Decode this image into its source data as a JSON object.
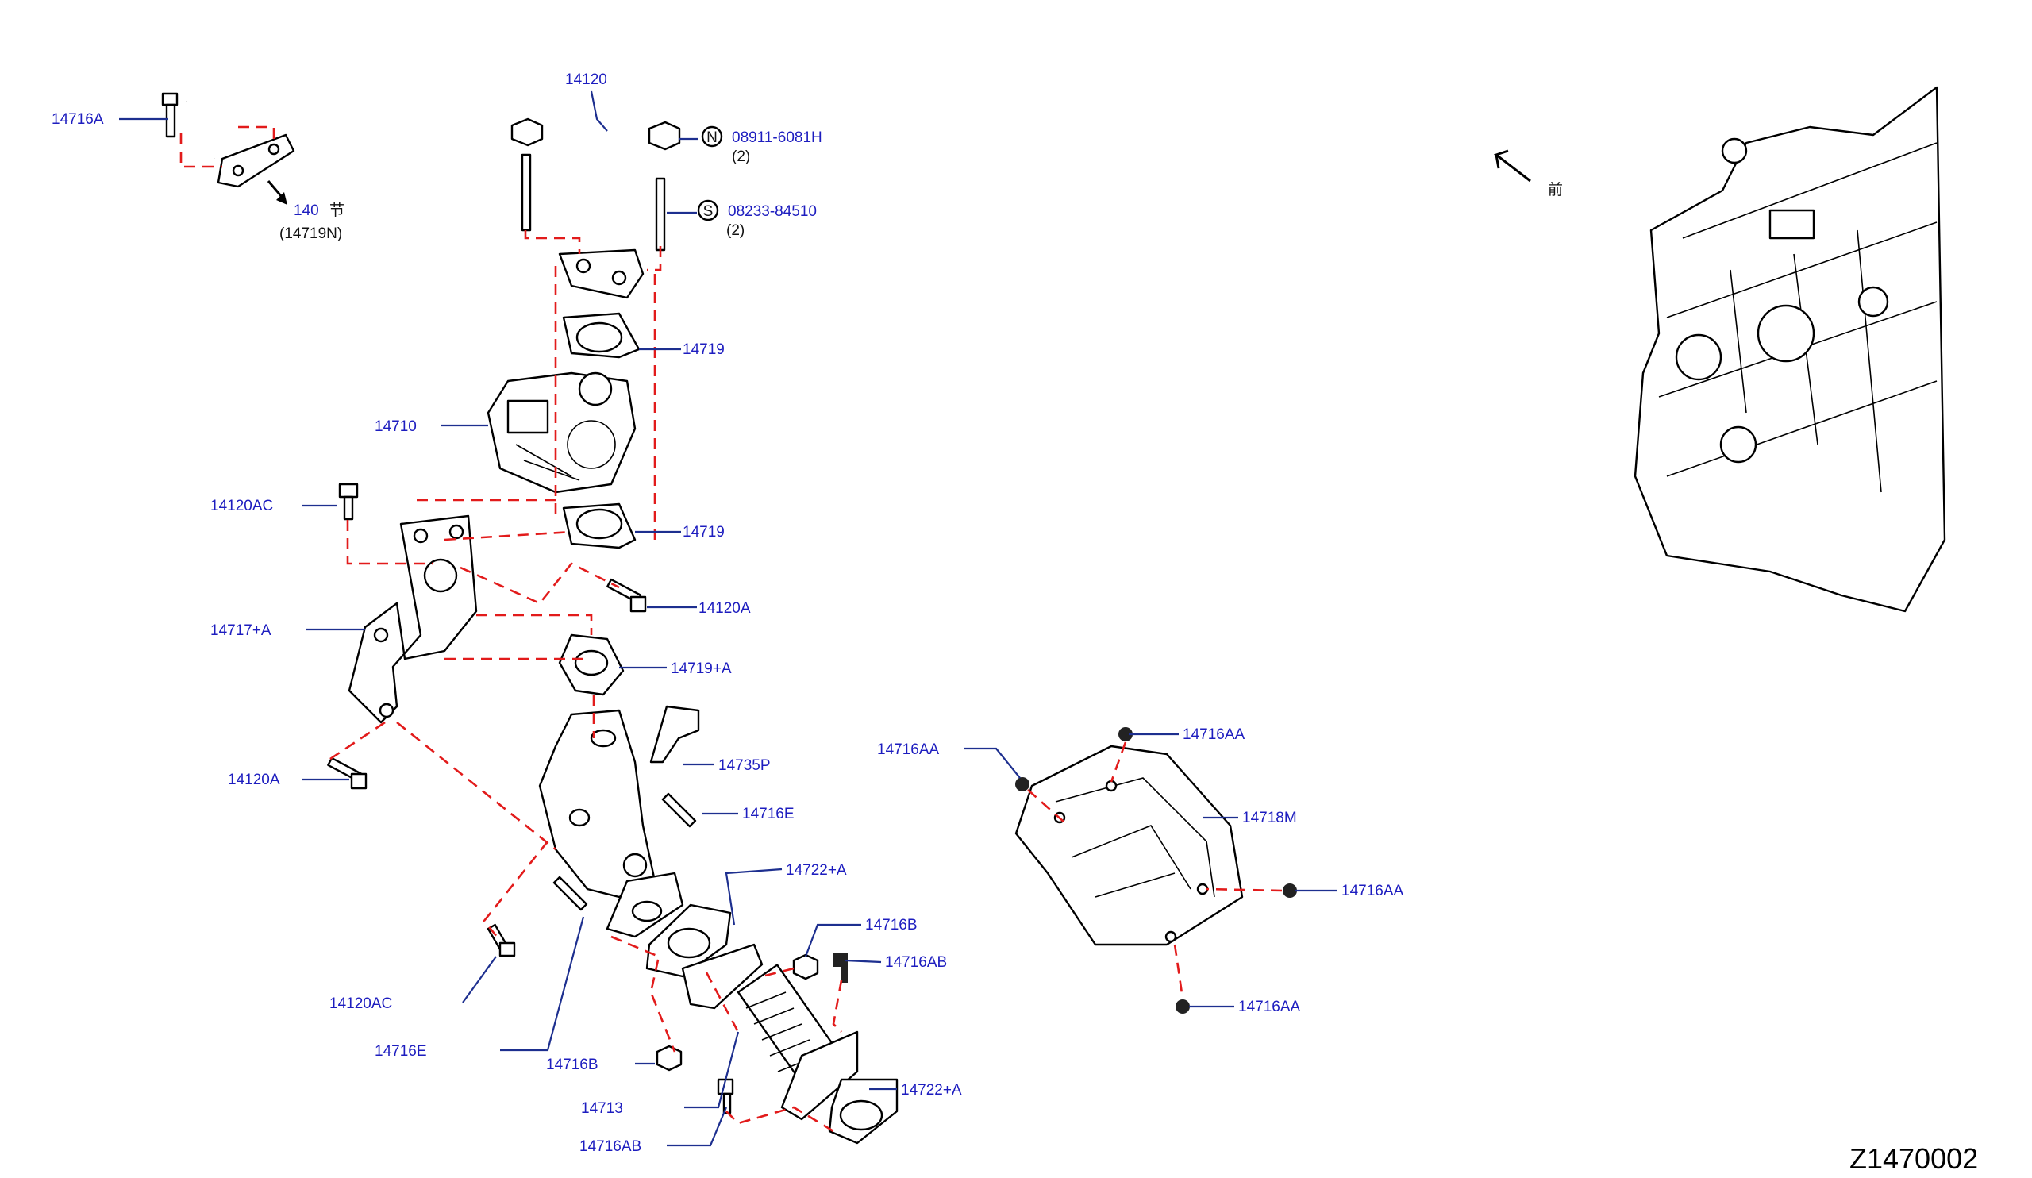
{
  "diagram_code": "Z1470002",
  "front_marker": "前",
  "see_ref": {
    "section": "140",
    "char": "节",
    "part": "(14719N)"
  },
  "labels": {
    "p14716A": "14716A",
    "p14120": "14120",
    "p08911": "08911-6081H",
    "p08911_qty": "(2)",
    "p08233": "08233-84510",
    "p08233_qty": "(2)",
    "p14719_top": "14719",
    "p14710": "14710",
    "p14120AC_top": "14120AC",
    "p14719_mid": "14719",
    "p14120A_mid": "14120A",
    "p14717A": "14717+A",
    "p14719A": "14719+A",
    "p14735P": "14735P",
    "p14120A_low": "14120A",
    "p14716E_up": "14716E",
    "p14722A_up": "14722+A",
    "p14716B_up": "14716B",
    "p14716AB_up": "14716AB",
    "p14120AC_low": "14120AC",
    "p14716E_low": "14716E",
    "p14716B_low": "14716B",
    "p14713": "14713",
    "p14716AB_low": "14716AB",
    "p14722A_low": "14722+A",
    "p14716AA_tl": "14716AA",
    "p14716AA_top": "14716AA",
    "p14718M": "14718M",
    "p14716AA_right": "14716AA",
    "p14716AA_bottom": "14716AA"
  },
  "symbols": {
    "nut": "N",
    "stud": "S"
  }
}
